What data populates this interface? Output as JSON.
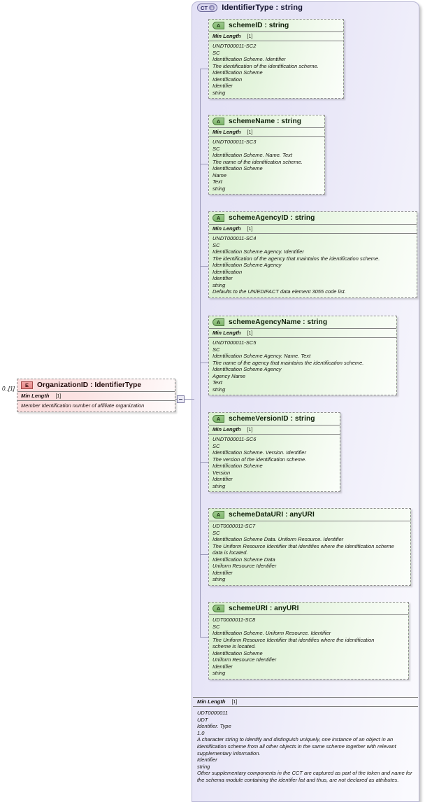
{
  "diagram": {
    "kind": "xsd-schema-diagram",
    "complex_type": {
      "badge": "CT",
      "badge_expand": "+",
      "title": "IdentifierType : string",
      "facet": {
        "name": "Min Length",
        "value": "[1]"
      },
      "documentation": [
        "UDT0000011",
        "UDT",
        "Identifier. Type",
        "1.0",
        "A character string to identify and distinguish uniquely, one instance of an object in an identification scheme from all other objects in the same scheme together with relevant supplementary information.",
        "Identifier",
        "string",
        "Other supplementary components in the CCT are captured as part of the token and name for the schema module containing the identifer list and thus, are not declared as attributes."
      ]
    },
    "element": {
      "badge": "E",
      "title": "OrganizationID : IdentifierType",
      "cardinality": "0..[1]",
      "facet": {
        "name": "Min Length",
        "value": "[1]"
      },
      "documentation": [
        "Member Identification number of affiliate organization"
      ]
    },
    "collapse_toggle": "−",
    "attributes": [
      {
        "badge": "A",
        "title": "schemeID : string",
        "facet": {
          "name": "Min Length",
          "value": "[1]"
        },
        "documentation": [
          "UNDT000011-SC2",
          "SC",
          "Identification Scheme. Identifier",
          "The identification of the identification scheme.",
          "Identification Scheme",
          "Identification",
          "Identifier",
          "string"
        ]
      },
      {
        "badge": "A",
        "title": "schemeName : string",
        "facet": {
          "name": "Min Length",
          "value": "[1]"
        },
        "documentation": [
          "UNDT000011-SC3",
          "SC",
          "Identification Scheme. Name. Text",
          "The name of the identification scheme.",
          "Identification Scheme",
          "Name",
          "Text",
          "string"
        ]
      },
      {
        "badge": "A",
        "title": "schemeAgencyID : string",
        "facet": {
          "name": "Min Length",
          "value": "[1]"
        },
        "documentation": [
          "UNDT000011-SC4",
          "SC",
          "Identification Scheme Agency. Identifier",
          "The identification of the agency that maintains the identification scheme.",
          "Identification Scheme Agency",
          "Identification",
          "Identifier",
          "string",
          "Defaults to the UN/EDIFACT data element 3055 code list."
        ]
      },
      {
        "badge": "A",
        "title": "schemeAgencyName : string",
        "facet": {
          "name": "Min Length",
          "value": "[1]"
        },
        "documentation": [
          "UNDT000011-SC5",
          "SC",
          "Identification Scheme Agency. Name. Text",
          "The name of the agency that maintains the identification scheme.",
          "Identification Scheme Agency",
          "Agency Name",
          "Text",
          "string"
        ]
      },
      {
        "badge": "A",
        "title": "schemeVersionID : string",
        "facet": {
          "name": "Min Length",
          "value": "[1]"
        },
        "documentation": [
          "UNDT000011-SC6",
          "SC",
          "Identification Scheme. Version. Identifier",
          "The version of the identification scheme.",
          "Identification Scheme",
          "Version",
          "Identifier",
          "string"
        ]
      },
      {
        "badge": "A",
        "title": "schemeDataURI : anyURI",
        "facet": null,
        "documentation": [
          "UDT0000011-SC7",
          "SC",
          "Identification Scheme Data. Uniform Resource. Identifier",
          "The Uniform Resource Identifier that identifies where the identification scheme data is located.",
          "Identification Scheme Data",
          "Uniform Resource Identifier",
          "Identifier",
          "string"
        ]
      },
      {
        "badge": "A",
        "title": "schemeURI : anyURI",
        "facet": null,
        "documentation": [
          "UDT0000011-SC8",
          "SC",
          "Identification Scheme. Uniform Resource. Identifier",
          "The Uniform Resource Identifier that identifies where the identification scheme is located.",
          "Identification Scheme",
          "Uniform Resource Identifier",
          "Identifier",
          "string"
        ]
      }
    ]
  },
  "colors": {
    "panel_fill": "#e5e3f6",
    "panel_border": "#b9b7d6",
    "attribute_fill": "#ddf2d4",
    "attribute_border": "#8d8d8d",
    "element_fill": "#fbdcdc",
    "connector": "#9a98b8"
  }
}
